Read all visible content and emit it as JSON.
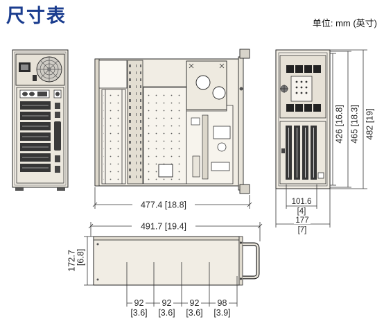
{
  "header": {
    "title": "尺寸表",
    "unit": "单位: mm (英寸)"
  },
  "colors": {
    "title": "#1b3d8f",
    "outline": "#222222",
    "chassis": "#f1ede4"
  },
  "dimensions": {
    "top_view_depth": "477.4 [18.8]",
    "front_height_426": "426 [16.8]",
    "front_height_465": "465 [18.3]",
    "front_height_482": "482 [19]",
    "front_inner_width": {
      "mm": "101.6",
      "in": "[4]"
    },
    "front_width": {
      "mm": "177",
      "in": "[7]"
    },
    "side_total_depth": "491.7 [19.4]",
    "side_height": {
      "mm": "172.7",
      "in": "[6.8]"
    },
    "side_spacing": [
      {
        "mm": "92",
        "in": "[3.6]"
      },
      {
        "mm": "92",
        "in": "[3.6]"
      },
      {
        "mm": "92",
        "in": "[3.6]"
      },
      {
        "mm": "98",
        "in": "[3.9]"
      }
    ]
  }
}
